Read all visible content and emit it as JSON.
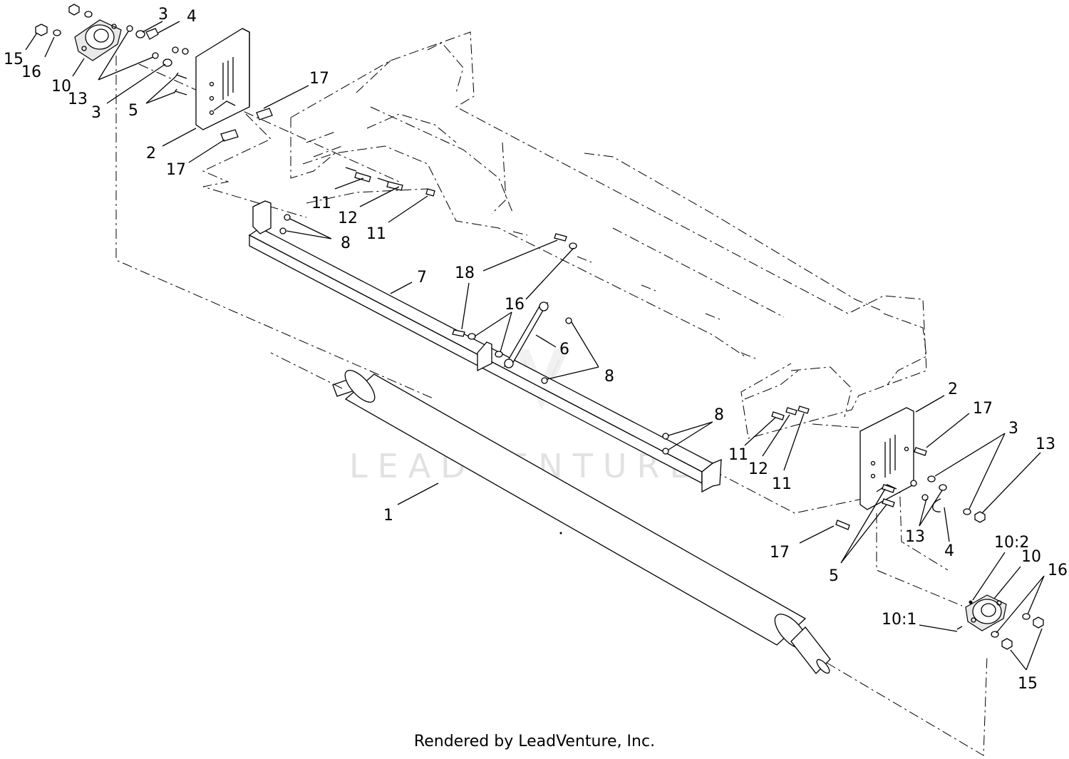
{
  "watermark": "LEADVENTURE",
  "footer": "Rendered by LeadVenture, Inc.",
  "callouts": [
    {
      "id": "c-15-tl",
      "text": "15"
    },
    {
      "id": "c-16-tl",
      "text": "16"
    },
    {
      "id": "c-10-tl",
      "text": "10"
    },
    {
      "id": "c-13-tl",
      "text": "13"
    },
    {
      "id": "c-3-tl-top",
      "text": "3"
    },
    {
      "id": "c-4-tl",
      "text": "4"
    },
    {
      "id": "c-3-tl-bot",
      "text": "3"
    },
    {
      "id": "c-5-tl",
      "text": "5"
    },
    {
      "id": "c-17-tl-top",
      "text": "17"
    },
    {
      "id": "c-2-tl",
      "text": "2"
    },
    {
      "id": "c-17-tl-bot",
      "text": "17"
    },
    {
      "id": "c-11-a",
      "text": "11"
    },
    {
      "id": "c-12-a",
      "text": "12"
    },
    {
      "id": "c-11-b",
      "text": "11"
    },
    {
      "id": "c-8-a",
      "text": "8"
    },
    {
      "id": "c-7",
      "text": "7"
    },
    {
      "id": "c-18",
      "text": "18"
    },
    {
      "id": "c-16-mid",
      "text": "16"
    },
    {
      "id": "c-6",
      "text": "6"
    },
    {
      "id": "c-8-b",
      "text": "8"
    },
    {
      "id": "c-8-c",
      "text": "8"
    },
    {
      "id": "c-1",
      "text": "1"
    },
    {
      "id": "c-11-c",
      "text": "11"
    },
    {
      "id": "c-12-b",
      "text": "12"
    },
    {
      "id": "c-11-d",
      "text": "11"
    },
    {
      "id": "c-2-br",
      "text": "2"
    },
    {
      "id": "c-17-br-top",
      "text": "17"
    },
    {
      "id": "c-3-br",
      "text": "3"
    },
    {
      "id": "c-13-br-right",
      "text": "13"
    },
    {
      "id": "c-13-br",
      "text": "13"
    },
    {
      "id": "c-4-br",
      "text": "4"
    },
    {
      "id": "c-17-br-bot",
      "text": "17"
    },
    {
      "id": "c-5-br",
      "text": "5"
    },
    {
      "id": "c-10-2",
      "text": "10:2"
    },
    {
      "id": "c-10-br",
      "text": "10"
    },
    {
      "id": "c-16-br",
      "text": "16"
    },
    {
      "id": "c-10-1",
      "text": "10:1"
    },
    {
      "id": "c-15-br",
      "text": "15"
    }
  ]
}
